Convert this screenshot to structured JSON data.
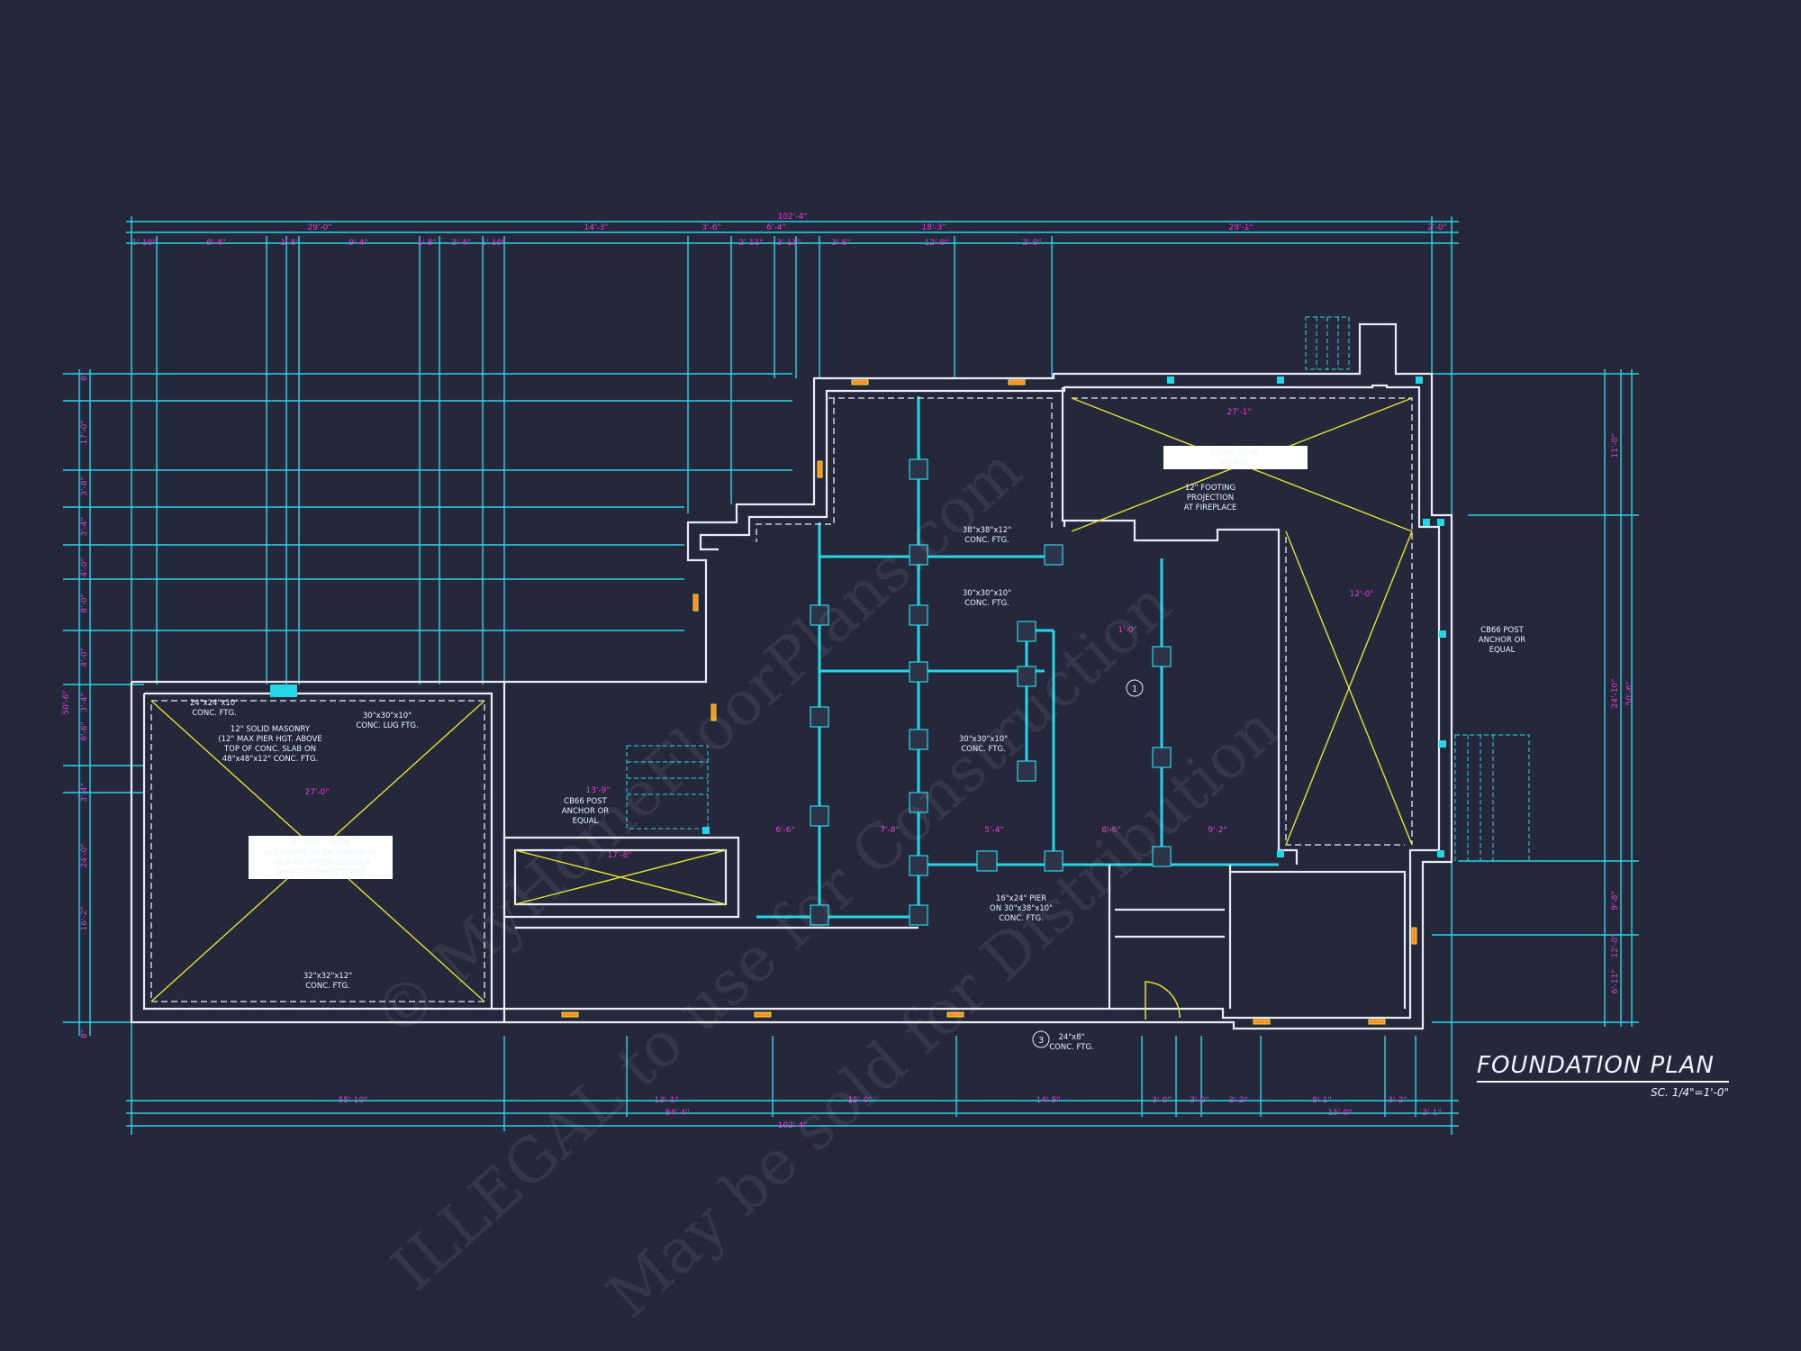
{
  "title": "FOUNDATION PLAN",
  "scale": "SC. 1/4\"=1'-0\"",
  "watermark": [
    "© MyHomeFloorPlans.com",
    "ILLEGAL to use for Construction",
    "May be sold for Distribution"
  ],
  "colors": {
    "background": "#25283a",
    "dimension_lines": "#25d6e8",
    "dimension_text": "#e040d0",
    "walls": "#e8ecf4",
    "slab_x": "#e8e030",
    "notes": "#e8f4ff"
  },
  "dims_top_overall": "102'-4\"",
  "dims_top_row2": [
    "29'-0\"",
    "14'-3\"",
    "3'-6\"",
    "6'-4\"",
    "18'-3\"",
    "29'-1\"",
    "2'-0\""
  ],
  "dims_top_row3": [
    "1'-10\"",
    "9'-4\"",
    "1'-8\"",
    "9'-4\"",
    "1'-8\"",
    "3'-4\"",
    "1'-10\"",
    "2'-11\"",
    "3'-11\"",
    "3'-6\"",
    "12'-0\"",
    "2'-9\""
  ],
  "dims_bottom_row1": [
    "55'-10\"",
    "13'-1\"",
    "15'-0\"",
    "14'-5\"",
    "3'-0\"",
    "3'-0\"",
    "3'-2\"",
    "9'-1\"",
    "3'-2\""
  ],
  "dims_bottom_row2": [
    "84'-4\"",
    "15'-0\"",
    "2'-1\""
  ],
  "dims_bottom_overall": "102'-4\"",
  "dims_left": [
    "8\"",
    "17'-0\"",
    "3'-8\"",
    "3'-4\"",
    "4'-0\"",
    "8'-0\"",
    "4'-0\"",
    "3'-4\"",
    "6'-6\"",
    "3'-4\"",
    "24'-0\"",
    "16'-2\"",
    "8\"",
    "50'-6\""
  ],
  "dims_right": [
    "11'-0\"",
    "24'-10\"",
    "50'-6\"",
    "9'-8\"",
    "12'-0\"",
    "6'-11\""
  ],
  "notes": {
    "footing_24": [
      "24\"x24\"x10\"",
      "CONC. FTG."
    ],
    "solid_masonry": [
      "12\" SOLID MASONRY",
      "(12\" MAX PIER HGT. ABOVE",
      "TOP OF CONC. SLAB ON",
      "48\"x48\"x12\" CONC. FTG."
    ],
    "lug_ftg": [
      "30\"x30\"x10\"",
      "CONC. LUG FTG."
    ],
    "garage_slab": [
      "4\" CONC. SLAB",
      "w/ FIBERMESH OR WIREMESH",
      "ON 6 MIL VAPOR BARRIER",
      "ON 4\" CRUSHED STONE"
    ],
    "ftg_32": [
      "32\"x32\"x12\"",
      "CONC. FTG."
    ],
    "cb66_left": [
      "CB66 POST",
      "ANCHOR OR",
      "EQUAL"
    ],
    "ftg_38": [
      "38\"x38\"x12\"",
      "CONC. FTG."
    ],
    "ftg_30_a": [
      "30\"x30\"x10\"",
      "CONC. FTG."
    ],
    "ftg_30_b": [
      "30\"x30\"x10\"",
      "CONC. FTG."
    ],
    "pier_16": [
      "16\"x24\" PIER",
      "ON 30\"x38\"x10\"",
      "CONC. FTG."
    ],
    "ftg_24x8": [
      "24\"x8\"",
      "CONC. FTG."
    ],
    "footing_projection": [
      "12\" FOOTING",
      "PROJECTION",
      "AT FIREPLACE"
    ],
    "cb66_right": [
      "CB66 POST",
      "ANCHOR OR",
      "EQUAL"
    ],
    "conc_slab_fill": [
      "CONC. SLAB",
      "ON FILL"
    ]
  },
  "room_dims": [
    "27'-0\"",
    "17'-8\"",
    "27'-1\"",
    "12'-0\"",
    "13'-9\"",
    "1'-0\"",
    "6'-6\"",
    "7'-8\"",
    "5'-4\"",
    "8'-6\"",
    "9'-2\""
  ],
  "markers": [
    "1",
    "3"
  ]
}
